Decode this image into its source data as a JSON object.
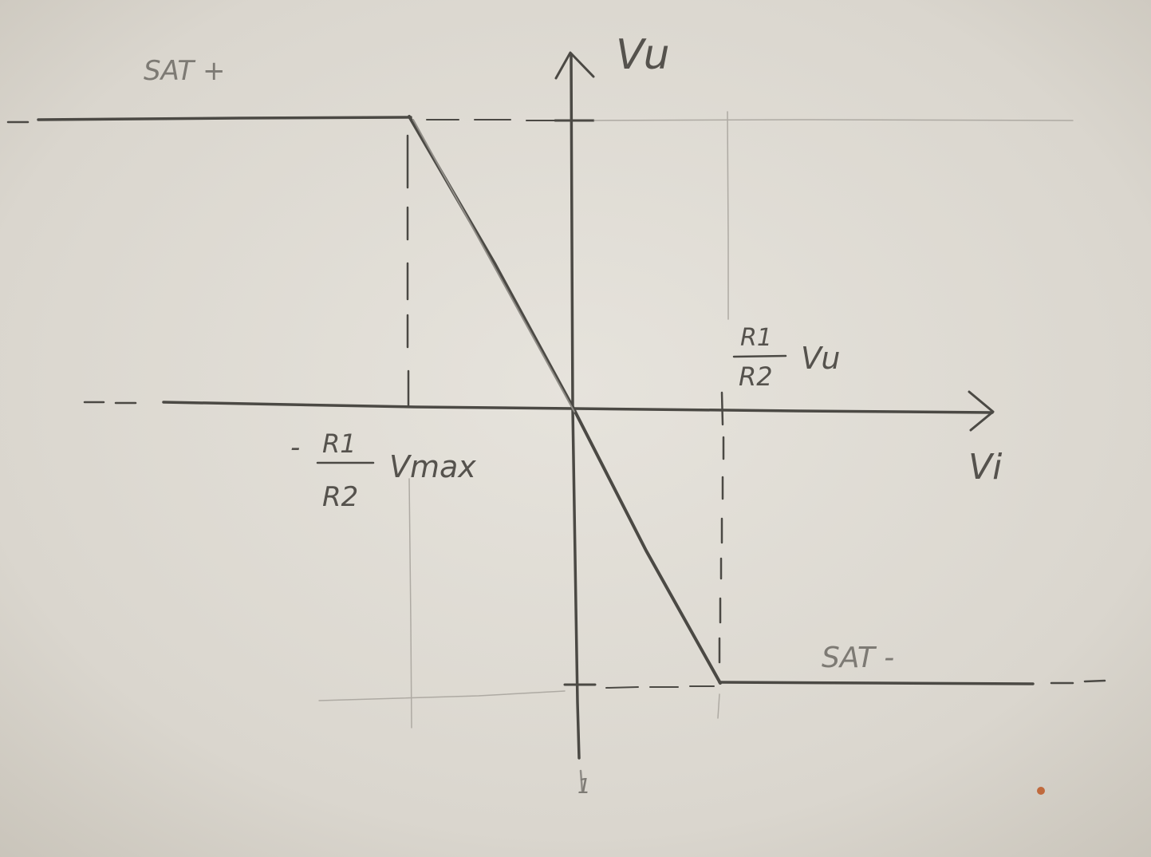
{
  "diagram": {
    "labels": {
      "y_axis": "Vu",
      "x_axis": "Vi",
      "sat_plus": "SAT +",
      "sat_minus": "SAT -",
      "neg_break_sign": "-",
      "neg_break_num": "R1",
      "neg_break_den": "R2",
      "neg_break_var": "Vmax",
      "pos_break_num": "R1",
      "pos_break_den": "R2",
      "pos_break_var": "Vu",
      "tick_one": "1"
    },
    "colors": {
      "paper": "#dcd8d0",
      "pencil": "#4b4944",
      "pencil_light": "#8f8c86"
    }
  }
}
